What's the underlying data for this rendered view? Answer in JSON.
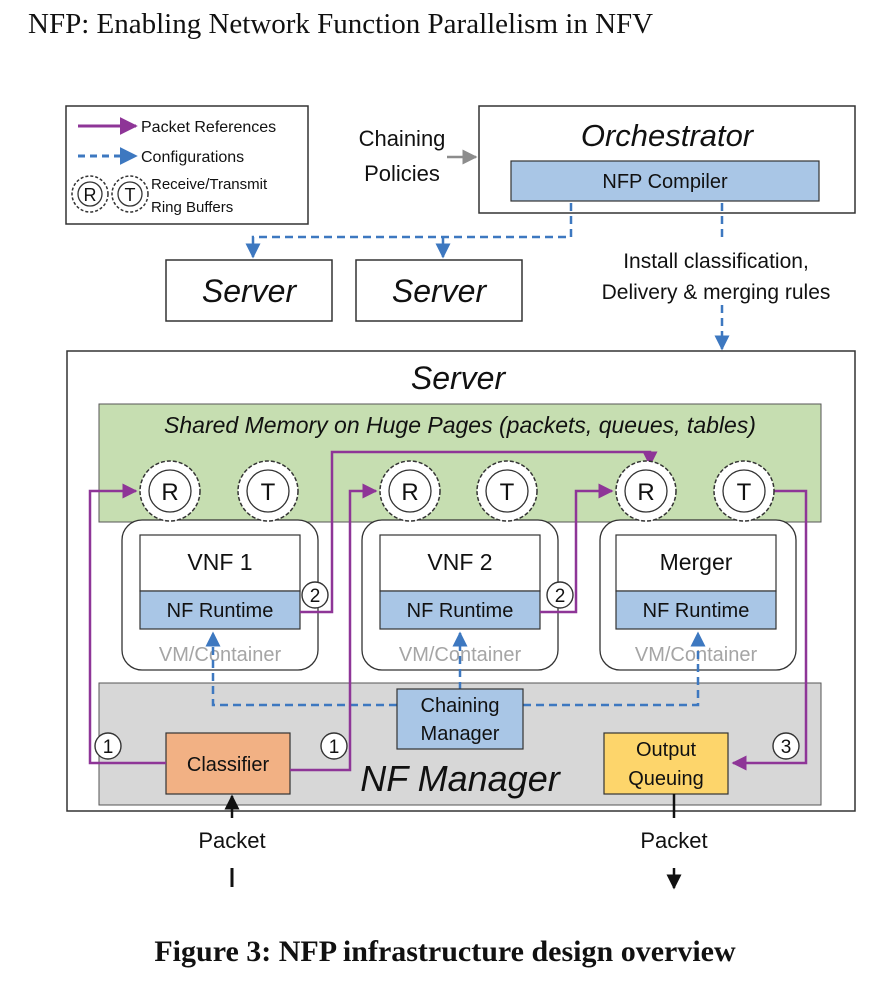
{
  "header": {
    "title": "NFP: Enabling Network Function Parallelism in NFV"
  },
  "legend": {
    "packet_references": "Packet References",
    "configurations": "Configurations",
    "ring_buffers_line1": "Receive/Transmit",
    "ring_buffers_line2": "Ring Buffers",
    "r_letter": "R",
    "t_letter": "T"
  },
  "orchestrator": {
    "title": "Orchestrator",
    "compiler": "NFP Compiler",
    "policies_line1": "Chaining",
    "policies_line2": "Policies"
  },
  "remote_servers": [
    "Server",
    "Server"
  ],
  "install_rules": {
    "line1": "Install classification,",
    "line2": "Delivery & merging rules"
  },
  "server": {
    "title": "Server",
    "shared_memory": "Shared Memory on Huge Pages (packets, queues, tables)",
    "rings": [
      "R",
      "T",
      "R",
      "T",
      "R",
      "T"
    ],
    "nfs": [
      {
        "name": "VNF 1",
        "runtime": "NF Runtime",
        "vm": "VM/Container"
      },
      {
        "name": "VNF 2",
        "runtime": "NF Runtime",
        "vm": "VM/Container"
      },
      {
        "name": "Merger",
        "runtime": "NF Runtime",
        "vm": "VM/Container"
      }
    ],
    "steps": [
      "1",
      "1",
      "2",
      "2",
      "3"
    ],
    "nf_manager": {
      "title": "NF Manager",
      "classifier": "Classifier",
      "chaining_line1": "Chaining",
      "chaining_line2": "Manager",
      "output_line1": "Output",
      "output_line2": "Queuing"
    }
  },
  "packet_in": "Packet",
  "packet_out": "Packet",
  "caption": "Figure 3: NFP infrastructure design overview",
  "colors": {
    "packet_path": "#8e3597",
    "config_path": "#3d78c0",
    "shared_memory": "#c6deb1",
    "nf_manager": "#d7d7d7",
    "runtime_box": "#a9c6e6",
    "classifier": "#f2b184",
    "output_queuing": "#fdd56b"
  }
}
